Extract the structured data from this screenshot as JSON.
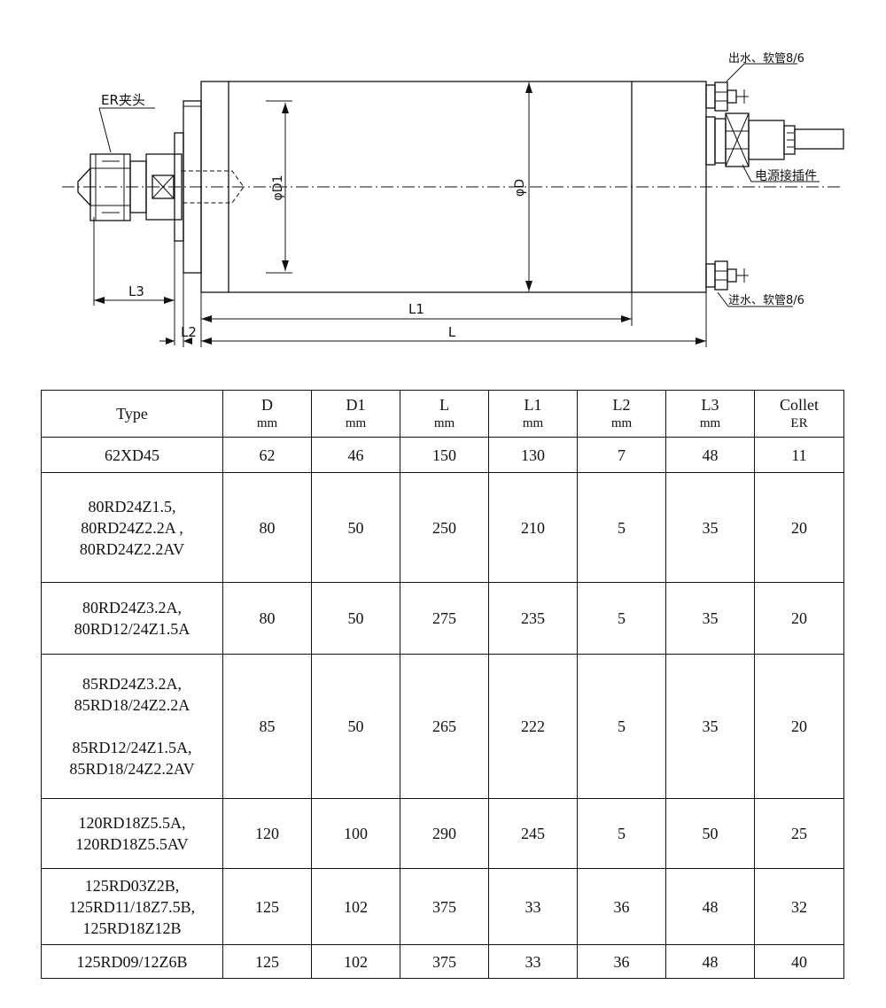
{
  "drawing": {
    "labels": {
      "collet": "ER夹头",
      "water_out": "出水、软管8/6",
      "water_in": "进水、软管8/6",
      "power_connector": "电源接插件",
      "dia_d1": "φD1",
      "dia_d": "φD",
      "dim_l3": "L3",
      "dim_l1": "L1",
      "dim_l2": "L2",
      "dim_l": "L"
    }
  },
  "table": {
    "headers": [
      {
        "name": "Type",
        "unit": ""
      },
      {
        "name": "D",
        "unit": "mm"
      },
      {
        "name": "D1",
        "unit": "mm"
      },
      {
        "name": "L",
        "unit": "mm"
      },
      {
        "name": "L1",
        "unit": "mm"
      },
      {
        "name": "L2",
        "unit": "mm"
      },
      {
        "name": "L3",
        "unit": "mm"
      },
      {
        "name": "Collet",
        "unit": "ER"
      }
    ],
    "rows": [
      {
        "type": "62XD45",
        "d": "62",
        "d1": "46",
        "l": "150",
        "l1": "130",
        "l2": "7",
        "l3": "48",
        "collet": "11"
      },
      {
        "type": "80RD24Z1.5,\n80RD24Z2.2A ,\n80RD24Z2.2AV",
        "d": "80",
        "d1": "50",
        "l": "250",
        "l1": "210",
        "l2": "5",
        "l3": "35",
        "collet": "20"
      },
      {
        "type": "80RD24Z3.2A,\n80RD12/24Z1.5A",
        "d": "80",
        "d1": "50",
        "l": "275",
        "l1": "235",
        "l2": "5",
        "l3": "35",
        "collet": "20"
      },
      {
        "type": "85RD24Z3.2A,\n85RD18/24Z2.2A\n\n85RD12/24Z1.5A,\n85RD18/24Z2.2AV",
        "d": "85",
        "d1": "50",
        "l": "265",
        "l1": "222",
        "l2": "5",
        "l3": "35",
        "collet": "20"
      },
      {
        "type": "120RD18Z5.5A,\n120RD18Z5.5AV",
        "d": "120",
        "d1": "100",
        "l": "290",
        "l1": "245",
        "l2": "5",
        "l3": "50",
        "collet": "25"
      },
      {
        "type": "125RD03Z2B,\n125RD11/18Z7.5B,\n125RD18Z12B",
        "d": "125",
        "d1": "102",
        "l": "375",
        "l1": "33",
        "l2": "36",
        "l3": "48",
        "collet": "32"
      },
      {
        "type": "125RD09/12Z6B",
        "d": "125",
        "d1": "102",
        "l": "375",
        "l1": "33",
        "l2": "36",
        "l3": "48",
        "collet": "40"
      }
    ]
  }
}
